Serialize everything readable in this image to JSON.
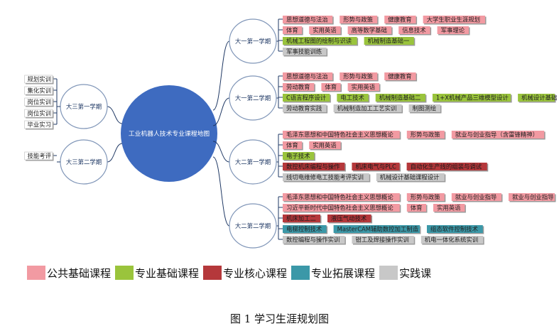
{
  "colors": {
    "public_basic": "#f29aa2",
    "major_basic": "#9ac43c",
    "major_core": "#b5383b",
    "major_expand": "#3b98a8",
    "practice": "#c8c8c8",
    "center": "#3e6bc0",
    "line": "#1f3864",
    "bubble_border": "#8096b8"
  },
  "center_title": "工业机器人技术专业课程地图",
  "left_branches": [
    {
      "id": "y3s1",
      "label": "大三第一学期",
      "items": [
        {
          "text": "规划实训"
        },
        {
          "text": "集化实训"
        },
        {
          "text": "岗位实训"
        },
        {
          "text": "岗位实训"
        },
        {
          "text": "毕业实习"
        }
      ]
    },
    {
      "id": "y3s2",
      "label": "大三第二学期",
      "items": [
        {
          "text": "技能考评"
        }
      ]
    }
  ],
  "right_branches": [
    {
      "id": "y1s1",
      "label": "大一第一学期",
      "rows": [
        [
          {
            "text": "思想道德与法治",
            "cat": "public_basic"
          },
          {
            "text": "形势与政策",
            "cat": "public_basic"
          },
          {
            "text": "健康教育",
            "cat": "public_basic"
          },
          {
            "text": "大学生职业生涯规划",
            "cat": "public_basic"
          }
        ],
        [
          {
            "text": "体育",
            "cat": "public_basic"
          },
          {
            "text": "实用英语",
            "cat": "public_basic"
          },
          {
            "text": "高等数学基础",
            "cat": "public_basic"
          },
          {
            "text": "信息技术",
            "cat": "public_basic"
          },
          {
            "text": "军事理论",
            "cat": "public_basic"
          }
        ],
        [
          {
            "text": "机械工程图的绘制与识读",
            "cat": "major_basic"
          },
          {
            "text": "机械制造基础一",
            "cat": "major_basic"
          }
        ],
        [
          {
            "text": "军事技能训练",
            "cat": "practice"
          }
        ]
      ]
    },
    {
      "id": "y1s2",
      "label": "大一第二学期",
      "rows": [
        [
          {
            "text": "思想道德与法治",
            "cat": "public_basic"
          },
          {
            "text": "形势与政策",
            "cat": "public_basic"
          },
          {
            "text": "健康教育",
            "cat": "public_basic"
          }
        ],
        [
          {
            "text": "劳动教育",
            "cat": "public_basic"
          },
          {
            "text": "体育",
            "cat": "public_basic"
          },
          {
            "text": "实用英语",
            "cat": "public_basic"
          }
        ],
        [
          {
            "text": "C语言程序设计",
            "cat": "major_basic"
          },
          {
            "text": "电工技术",
            "cat": "major_basic"
          },
          {
            "text": "机械制造基础二",
            "cat": "major_basic"
          },
          {
            "text": "1+X机械产品三维模型设计",
            "cat": "major_basic"
          },
          {
            "text": "机械设计基础",
            "cat": "major_basic"
          }
        ],
        [
          {
            "text": "劳动教育实践",
            "cat": "practice"
          },
          {
            "text": "机械制造加工工艺实训",
            "cat": "practice"
          },
          {
            "text": "制图测绘",
            "cat": "practice"
          }
        ]
      ]
    },
    {
      "id": "y2s1",
      "label": "大二第一学期",
      "rows": [
        [
          {
            "text": "毛泽东思想和中国特色社会主义思想概论",
            "cat": "public_basic"
          },
          {
            "text": "形势与政策",
            "cat": "public_basic"
          },
          {
            "text": "就业与创业指导（含雷锋精神）",
            "cat": "public_basic"
          }
        ],
        [
          {
            "text": "体育",
            "cat": "public_basic"
          },
          {
            "text": "实用英语",
            "cat": "public_basic"
          }
        ],
        [
          {
            "text": "电子技术",
            "cat": "major_basic"
          }
        ],
        [
          {
            "text": "数控机床编程与操作",
            "cat": "major_core"
          },
          {
            "text": "机床电气与PLC",
            "cat": "major_core"
          },
          {
            "text": "自动化生产线的组装与调试",
            "cat": "major_core"
          }
        ],
        [
          {
            "text": "线切电维修电工技能考评实训",
            "cat": "practice"
          },
          {
            "text": "机械设计基础课程设计",
            "cat": "practice"
          }
        ]
      ]
    },
    {
      "id": "y2s2",
      "label": "大二第二学期",
      "rows": [
        [
          {
            "text": "毛泽东思想和中国特色社会主义思想概论",
            "cat": "public_basic"
          },
          {
            "text": "形势与政策",
            "cat": "public_basic"
          },
          {
            "text": "就业与创业指导",
            "cat": "public_basic"
          },
          {
            "text": "就业与创业指导",
            "cat": "public_basic"
          }
        ],
        [
          {
            "text": "习近平新时代中国特色社会主义思想概论",
            "cat": "public_basic"
          },
          {
            "text": "体育",
            "cat": "public_basic"
          },
          {
            "text": "实用英语",
            "cat": "public_basic"
          }
        ],
        [
          {
            "text": "机床加工二",
            "cat": "major_core"
          },
          {
            "text": "液压气动技术",
            "cat": "major_core"
          }
        ],
        [
          {
            "text": "电梯控制技术",
            "cat": "major_expand"
          },
          {
            "text": "MasterCAM辅助数控加工制造",
            "cat": "major_expand"
          },
          {
            "text": "组态软件控制技术",
            "cat": "major_expand"
          }
        ],
        [
          {
            "text": "数控编程与操作实训",
            "cat": "practice"
          },
          {
            "text": "钳工及焊接操作实训",
            "cat": "practice"
          },
          {
            "text": "机电一体化系统实训",
            "cat": "practice"
          }
        ]
      ]
    }
  ],
  "legend": [
    {
      "label": "公共基础课程",
      "cat": "public_basic"
    },
    {
      "label": "专业基础课程",
      "cat": "major_basic"
    },
    {
      "label": "专业核心课程",
      "cat": "major_core"
    },
    {
      "label": "专业拓展课程",
      "cat": "major_expand"
    },
    {
      "label": "实践课",
      "cat": "practice"
    }
  ],
  "caption": "图 1 学习生涯规划图"
}
